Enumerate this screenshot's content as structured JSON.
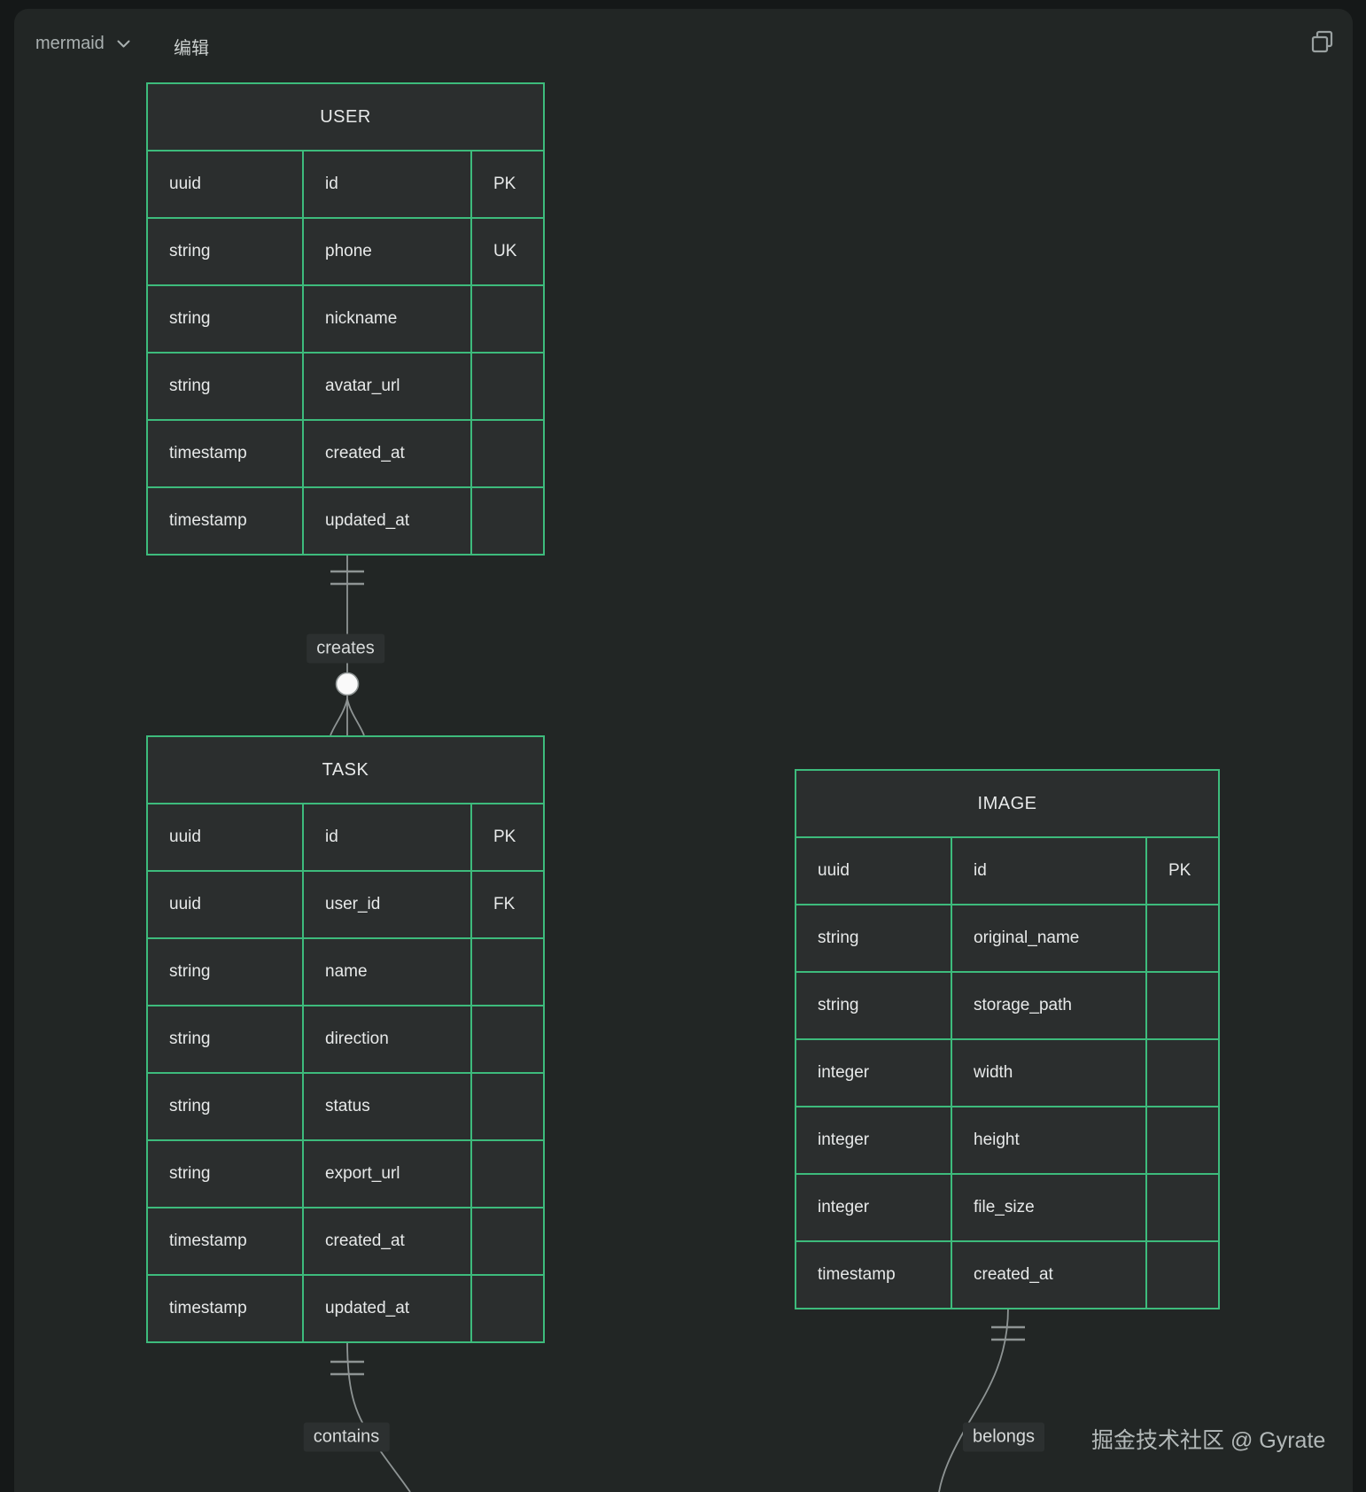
{
  "toolbar": {
    "language_label": "mermaid",
    "edit_label": "编辑",
    "icons": {
      "language_chevron": "chevron-down-icon",
      "copy": "copy-icon"
    }
  },
  "diagram": {
    "type": "mermaid-er-diagram",
    "entities": [
      {
        "id": "user",
        "title": "USER",
        "rows": [
          [
            "uuid",
            "id",
            "PK"
          ],
          [
            "string",
            "phone",
            "UK"
          ],
          [
            "string",
            "nickname",
            ""
          ],
          [
            "string",
            "avatar_url",
            ""
          ],
          [
            "timestamp",
            "created_at",
            ""
          ],
          [
            "timestamp",
            "updated_at",
            ""
          ]
        ]
      },
      {
        "id": "task",
        "title": "TASK",
        "rows": [
          [
            "uuid",
            "id",
            "PK"
          ],
          [
            "uuid",
            "user_id",
            "FK"
          ],
          [
            "string",
            "name",
            ""
          ],
          [
            "string",
            "direction",
            ""
          ],
          [
            "string",
            "status",
            ""
          ],
          [
            "string",
            "export_url",
            ""
          ],
          [
            "timestamp",
            "created_at",
            ""
          ],
          [
            "timestamp",
            "updated_at",
            ""
          ]
        ]
      },
      {
        "id": "image",
        "title": "IMAGE",
        "rows": [
          [
            "uuid",
            "id",
            "PK"
          ],
          [
            "string",
            "original_name",
            ""
          ],
          [
            "string",
            "storage_path",
            ""
          ],
          [
            "integer",
            "width",
            ""
          ],
          [
            "integer",
            "height",
            ""
          ],
          [
            "integer",
            "file_size",
            ""
          ],
          [
            "timestamp",
            "created_at",
            ""
          ]
        ]
      }
    ],
    "relationships": [
      {
        "label": "creates",
        "from": "USER",
        "to": "TASK",
        "from_cardinality": "exactly-one",
        "to_cardinality": "zero-or-many"
      },
      {
        "label": "contains",
        "from": "TASK",
        "from_cardinality": "exactly-one",
        "truncated": true
      },
      {
        "label": "belongs",
        "from": "IMAGE",
        "from_cardinality": "exactly-one",
        "truncated": true
      }
    ],
    "colors": {
      "entity_border": "#3dbb7c",
      "entity_fill": "#2b2e2e",
      "panel_background": "#222625",
      "outer_background": "#151818",
      "relationship_line": "#8e9494",
      "text": "#e7e9e9",
      "label_text": "#d8dbdb"
    }
  },
  "watermark": "掘金技术社区 @ Gyrate"
}
